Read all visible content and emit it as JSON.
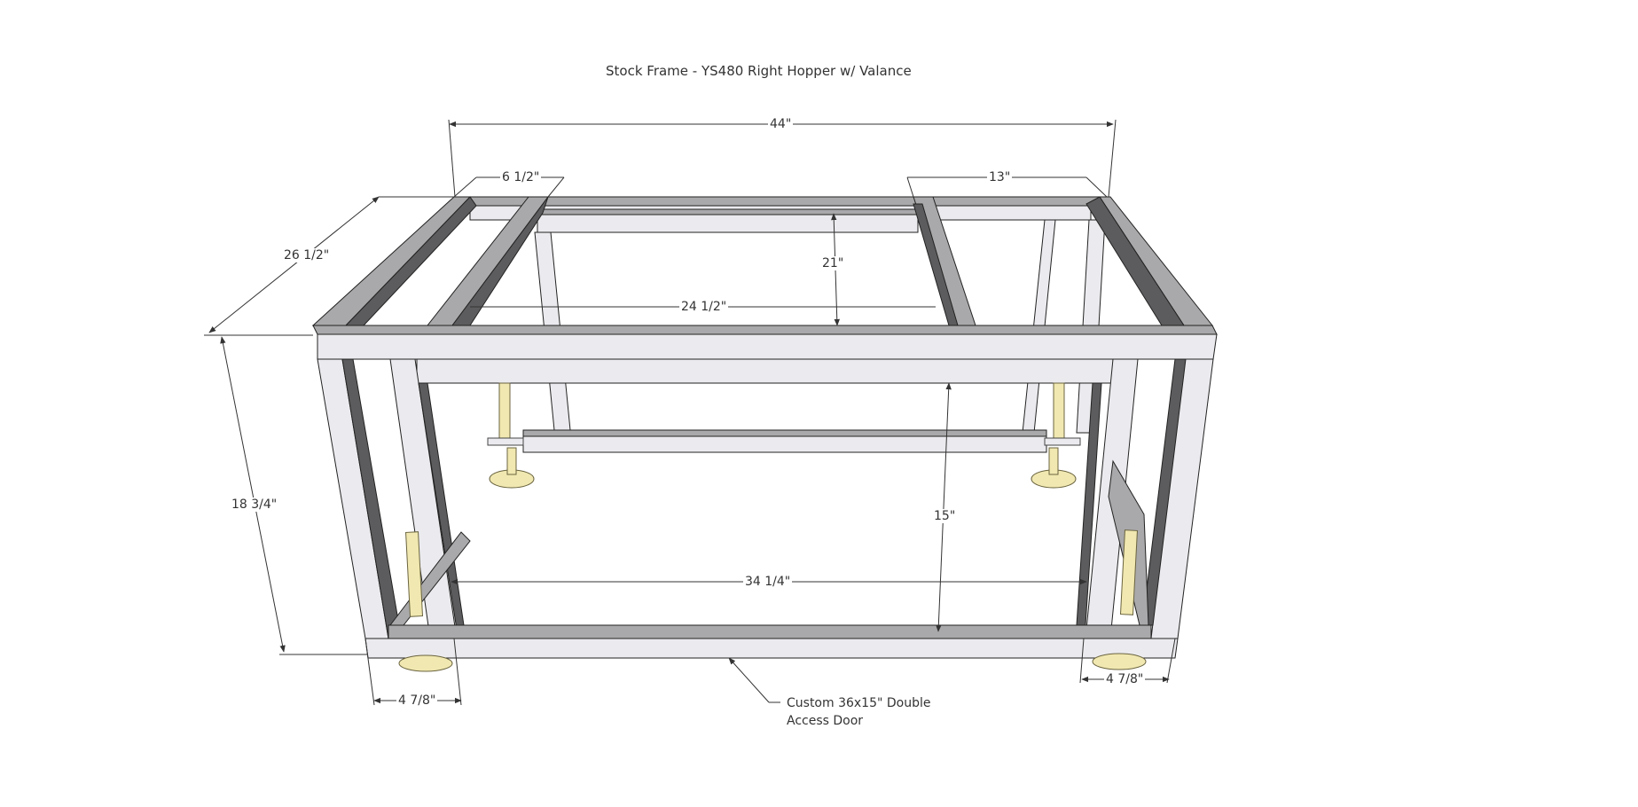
{
  "title": "Stock Frame - YS480 Right Hopper w/ Valance",
  "dimensions": {
    "overall_length": "44\"",
    "left_opening": "6 1/2\"",
    "right_opening": "13\"",
    "depth": "26 1/2\"",
    "inner_depth": "21\"",
    "top_opening_width": "24 1/2\"",
    "height": "18 3/4\"",
    "door_height": "15\"",
    "door_width": "34 1/4\"",
    "left_leg_offset": "4 7/8\"",
    "right_leg_offset": "4 7/8\""
  },
  "callout": {
    "line1": "Custom 36x15\" Double",
    "line2": "Access Door"
  },
  "colors": {
    "tube_light": "#ebebef",
    "tube_mid": "#a9a9ab",
    "tube_dark": "#5c5c5e",
    "foot": "#f0e8b0",
    "dim_line": "#333333"
  }
}
